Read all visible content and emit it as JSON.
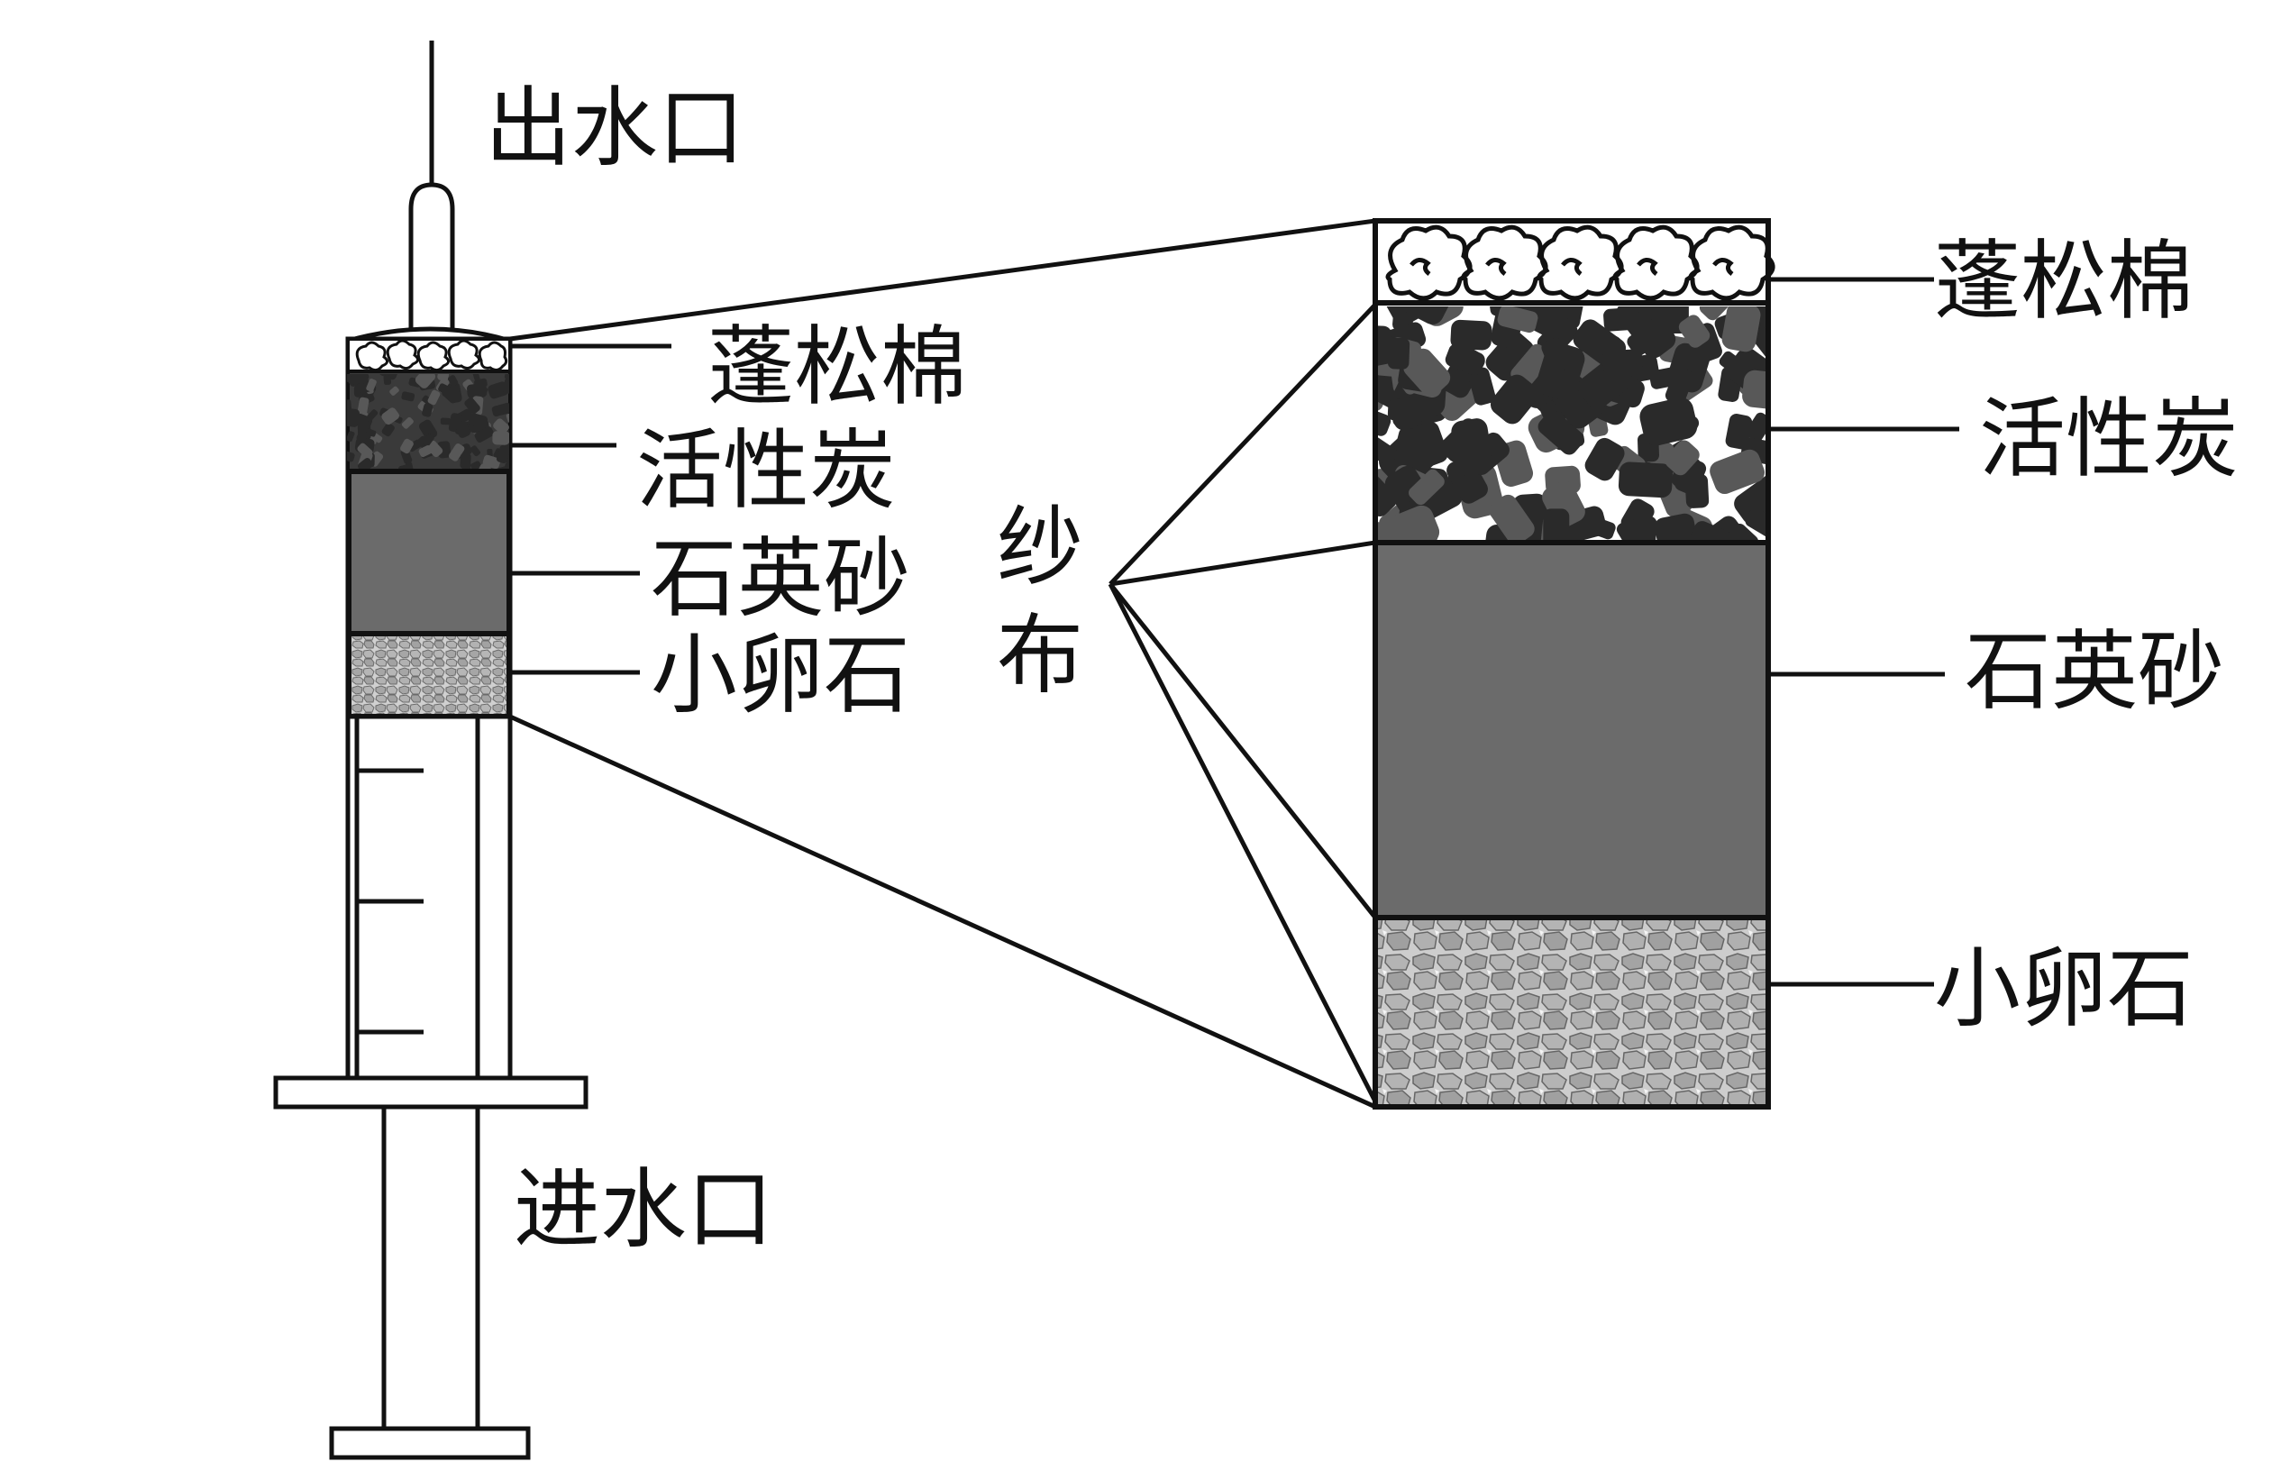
{
  "labels": {
    "outlet": "出水口",
    "inlet": "进水口",
    "gauze": [
      "纱",
      "布"
    ],
    "small": {
      "cotton": "蓬松棉",
      "carbon": "活性炭",
      "sand": "石英砂",
      "pebble": "小卵石"
    },
    "large": {
      "cotton": "蓬松棉",
      "carbon": "活性炭",
      "sand": "石英砂",
      "pebble": "小卵石"
    }
  },
  "colors": {
    "line": "#111111",
    "carbon_dark": "#2a2a2a",
    "carbon_mid": "#585858",
    "sand": "#6b6b6b",
    "pebble_bg": "#c9c9c9",
    "pebble_stone": "#a9a9a9"
  }
}
